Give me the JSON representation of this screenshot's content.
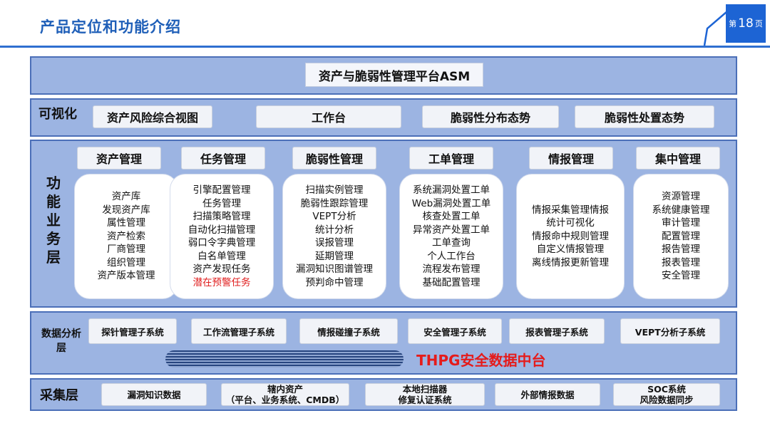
{
  "header": {
    "title": "产品定位和功能介绍",
    "page_prefix": "第",
    "page_number": "18",
    "page_suffix": "页"
  },
  "platform": {
    "title": "资产与脆弱性管理平台ASM"
  },
  "visualization": {
    "label": "可视化",
    "items": [
      "资产风险综合视图",
      "工作台",
      "脆弱性分布态势",
      "脆弱性处置态势"
    ]
  },
  "function_layer": {
    "label": "功能业务层",
    "modules": [
      {
        "title": "资产管理",
        "items": [
          "资产库",
          "发现资产库",
          "属性管理",
          "资产检索",
          "厂商管理",
          "组织管理",
          "资产版本管理"
        ]
      },
      {
        "title": "任务管理",
        "items": [
          "引擎配置管理",
          "任务管理",
          "扫描策略管理",
          "自动化扫描管理",
          "弱口令字典管理",
          "白名单管理",
          "资产发现任务"
        ],
        "highlight": "潜在预警任务"
      },
      {
        "title": "脆弱性管理",
        "items": [
          "扫描实例管理",
          "脆弱性跟踪管理",
          "VEPT分析",
          "统计分析",
          "误报管理",
          "延期管理",
          "漏洞知识图谱管理",
          "预判命中管理"
        ]
      },
      {
        "title": "工单管理",
        "items": [
          "系统漏洞处置工单",
          "Web漏洞处置工单",
          "核查处置工单",
          "异常资产处置工单",
          "工单查询",
          "个人工作台",
          "流程发布管理",
          "基础配置管理"
        ]
      },
      {
        "title": "情报管理",
        "items": [
          "情报采集管理情报",
          "统计可视化",
          "情报命中规则管理",
          "自定义情报管理",
          "离线情报更新管理"
        ]
      },
      {
        "title": "集中管理",
        "items": [
          "资源管理",
          "系统健康管理",
          "审计管理",
          "配置管理",
          "报告管理",
          "报表管理",
          "安全管理"
        ]
      }
    ]
  },
  "data_layer": {
    "label": "数据分析层",
    "subsystems": [
      "探针管理子系统",
      "工作流管理子系统",
      "情报碰撞子系统",
      "安全管理子系统",
      "报表管理子系统",
      "VEPT分析子系统"
    ],
    "platform_label": "THPG安全数据中台"
  },
  "collect_layer": {
    "label": "采集层",
    "items": [
      {
        "line1": "漏洞知识数据",
        "line2": ""
      },
      {
        "line1": "辖内资产",
        "line2": "（平台、业务系统、CMDB）"
      },
      {
        "line1": "本地扫描器",
        "line2": "修复认证系统"
      },
      {
        "line1": "外部情报数据",
        "line2": ""
      },
      {
        "line1": "SOC系统",
        "line2": "风险数据同步"
      }
    ]
  },
  "colors": {
    "accent": "#1f5fb8",
    "band": "#9cb4e2",
    "highlight": "#e02020"
  }
}
